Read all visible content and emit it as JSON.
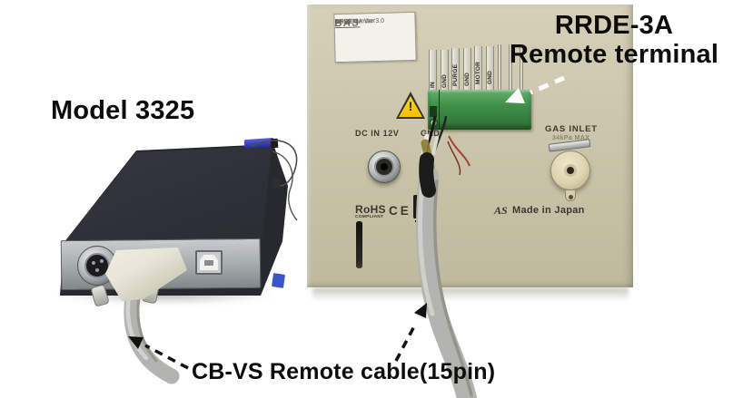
{
  "annotations": {
    "model": "Model 3325",
    "rrde_line1": "RRDE-3A",
    "rrde_line2": "Remote terminal",
    "cable": "CB-VS Remote cable(15pin)"
  },
  "panel": {
    "sticker": {
      "line1": "RRDE-3A Ver 3.0",
      "line2": "Serial Number",
      "line3": "MF3004",
      "logo": "BAS"
    },
    "warning": "!",
    "pins": [
      "IN",
      "GND",
      "PURGE",
      "GND",
      "MOTOR",
      "GND",
      "",
      "",
      ""
    ],
    "dc_in": "DC IN 12V",
    "gnd": "GND",
    "gas_inlet": "GAS INLET",
    "gas_max": "34kPa MAX",
    "rohs": "RoHS",
    "rohs_sub": "COMPLIANT",
    "ce": "CE",
    "brand": "AS",
    "made_in": "Made in Japan"
  },
  "colors": {
    "panel-beige": "#cbc5ab",
    "panel-beige-light": "#d6d0b8",
    "panel-beige-dark": "#bfb99e",
    "terminal-green": "#3f8f47",
    "warning-yellow": "#f2c200",
    "cable-gray": "#b5b5b1",
    "box-black": "#26292d",
    "dsub-cream": "#e8e4d6",
    "accent-blue": "#3a55c8",
    "text-dark": "#3a392f"
  },
  "vent_slot_count": 20
}
